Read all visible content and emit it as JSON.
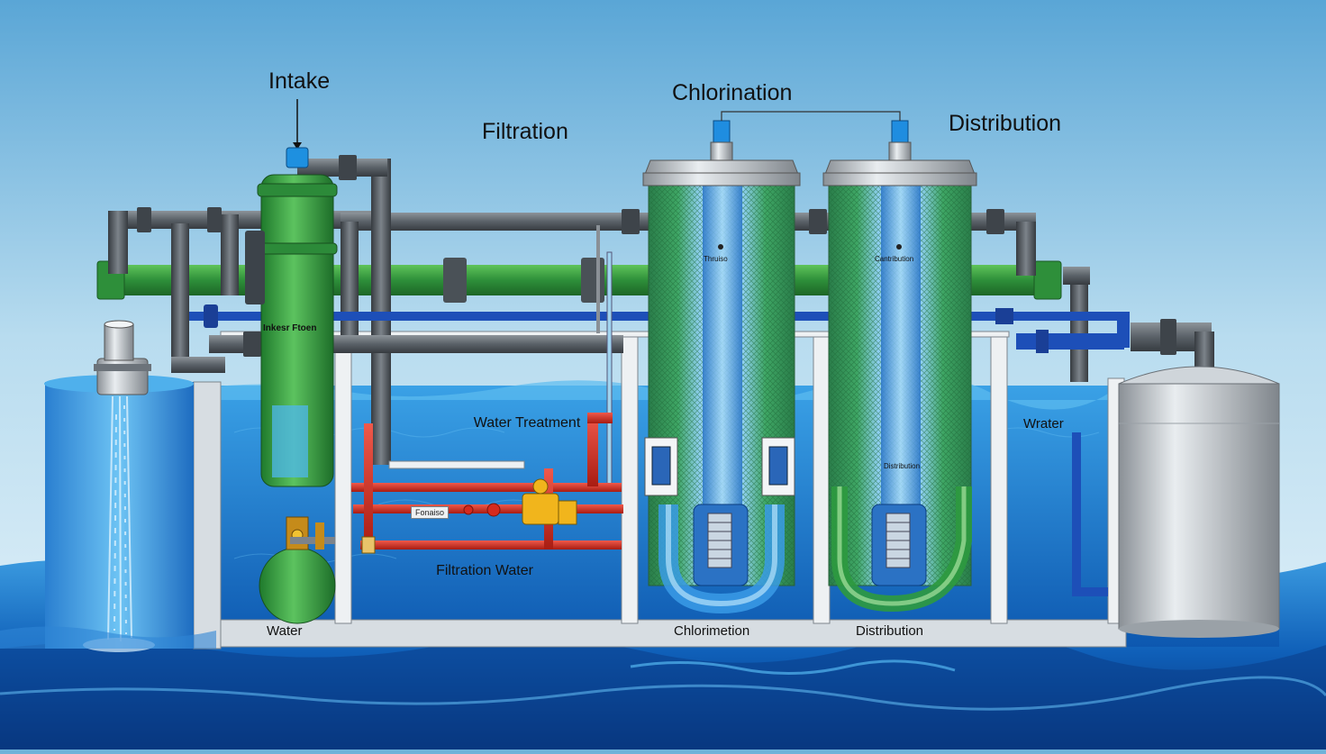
{
  "labels": {
    "intake": "Intake",
    "filtration": "Filtration",
    "chlorination": "Chlorination",
    "distribution": "Distribution",
    "intake_flow": "Inkesr Ftoen",
    "water_treatment": "Water Treatment",
    "filtration_water": "Filtration Water",
    "water_left": "Water",
    "water_right": "Wrater",
    "bottom_chlorination": "Chlorimetion",
    "bottom_distribution": "Distribution",
    "tank1_label": "Thruiso",
    "tank2_label": "Cantribution",
    "tank2_lower": "Distribution",
    "pump_tag": "Fonaiso"
  },
  "colors": {
    "water": "#1c7fd0",
    "green_pipe": "#2e8f3a",
    "gray_pipe": "#5a6168",
    "red_pipe": "#d42a1e",
    "blue_pipe": "#1d4fb8"
  }
}
